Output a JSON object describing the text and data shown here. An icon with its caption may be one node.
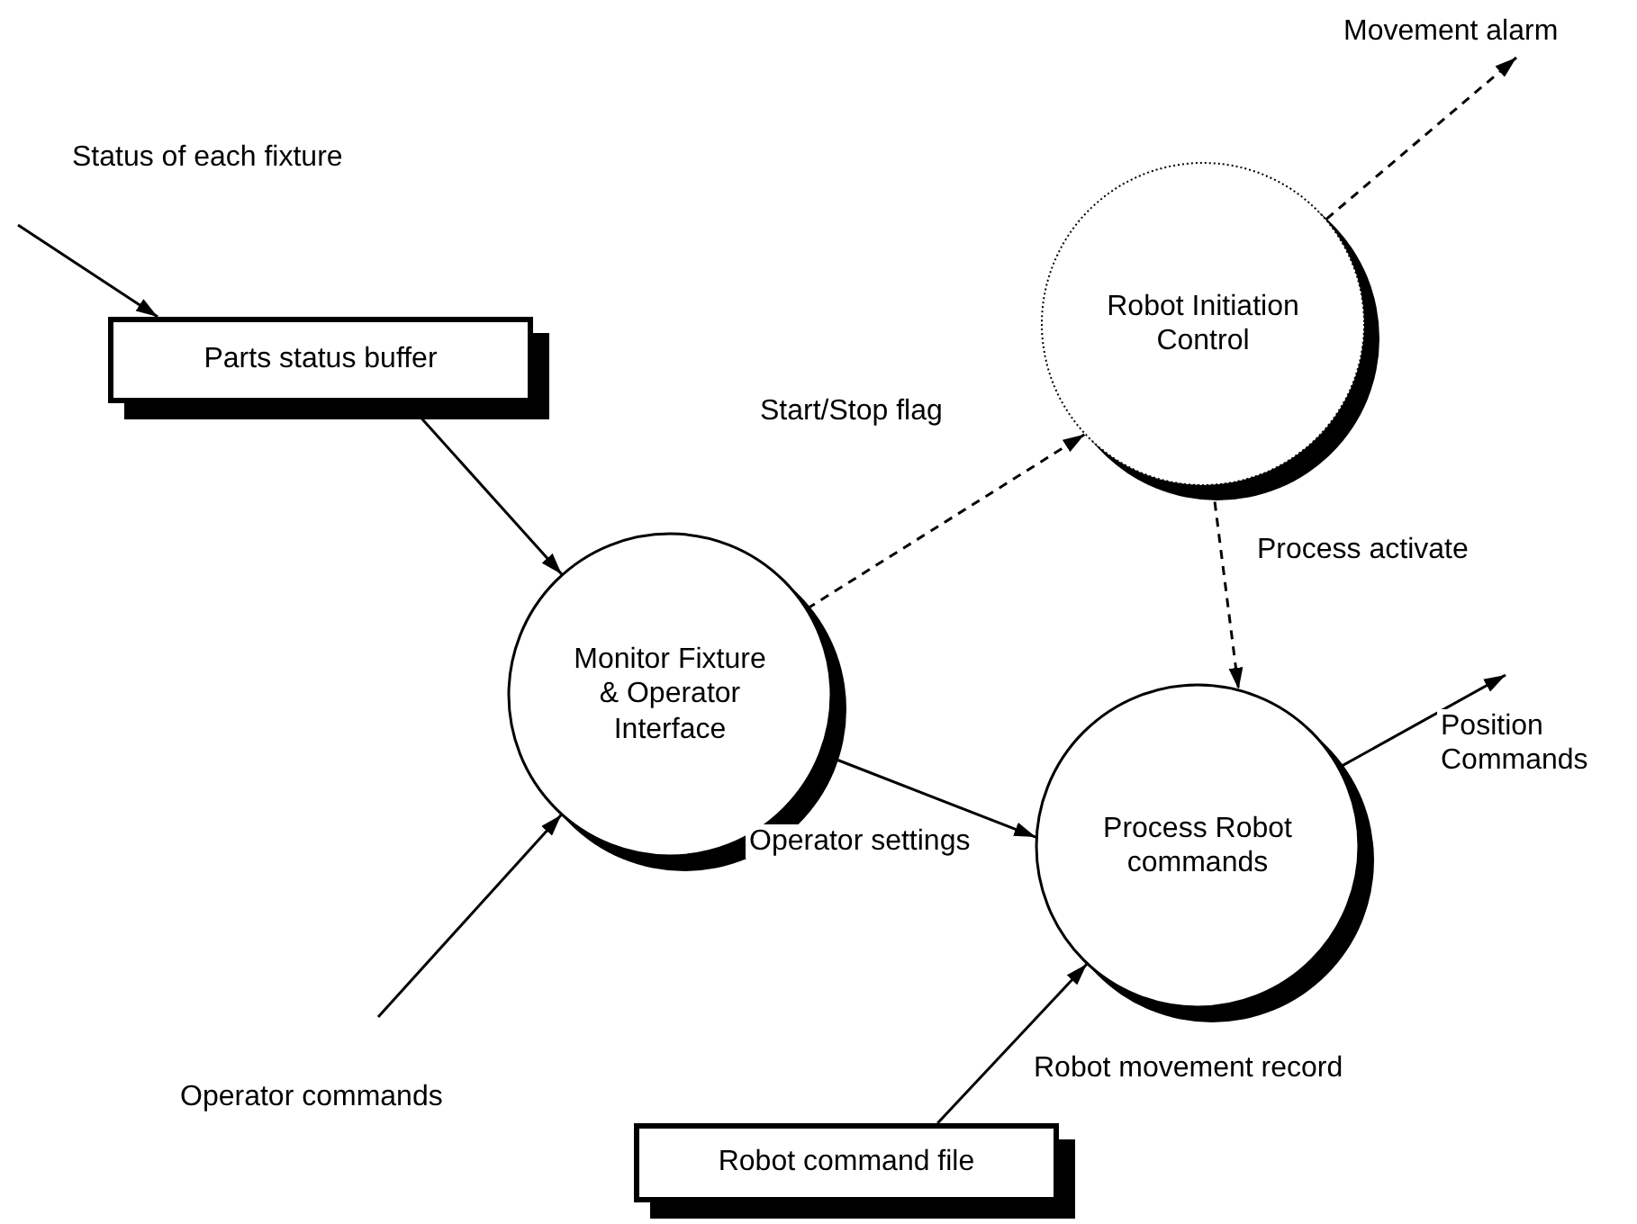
{
  "diagram": {
    "nodes": [
      {
        "text": [
          "Parts status buffer"
        ]
      },
      {
        "text": [
          "Monitor Fixture & Operator Interface"
        ]
      },
      {
        "text": [
          "Robot Initiation Control"
        ]
      },
      {
        "text": [
          "Process Robot commands"
        ]
      },
      {
        "text": [
          "Robot command file"
        ]
      }
    ],
    "edges": [
      {
        "from": null,
        "to": 0,
        "arrow": "to",
        "label": "Status of each fixture"
      },
      {
        "from": 0,
        "to": 1,
        "arrow": "to"
      },
      {
        "from": null,
        "to": 1,
        "arrow": "to",
        "label": "Operator commands"
      },
      {
        "from": 1,
        "to": 2,
        "arrow": "to",
        "label": "Start/Stop flag",
        "style": "dashed"
      },
      {
        "from": 2,
        "to": null,
        "arrow": "to",
        "label": "Movement alarm",
        "style": "dashed"
      },
      {
        "from": 2,
        "to": 3,
        "arrow": "to",
        "label": "Process activate",
        "style": "dashed"
      },
      {
        "from": 1,
        "to": 3,
        "arrow": "to",
        "label": "Operator settings"
      },
      {
        "from": 3,
        "to": null,
        "arrow": "to",
        "label": "Position Commands"
      },
      {
        "from": 4,
        "to": 3,
        "arrow": "to",
        "label": "Robot movement record"
      }
    ]
  }
}
